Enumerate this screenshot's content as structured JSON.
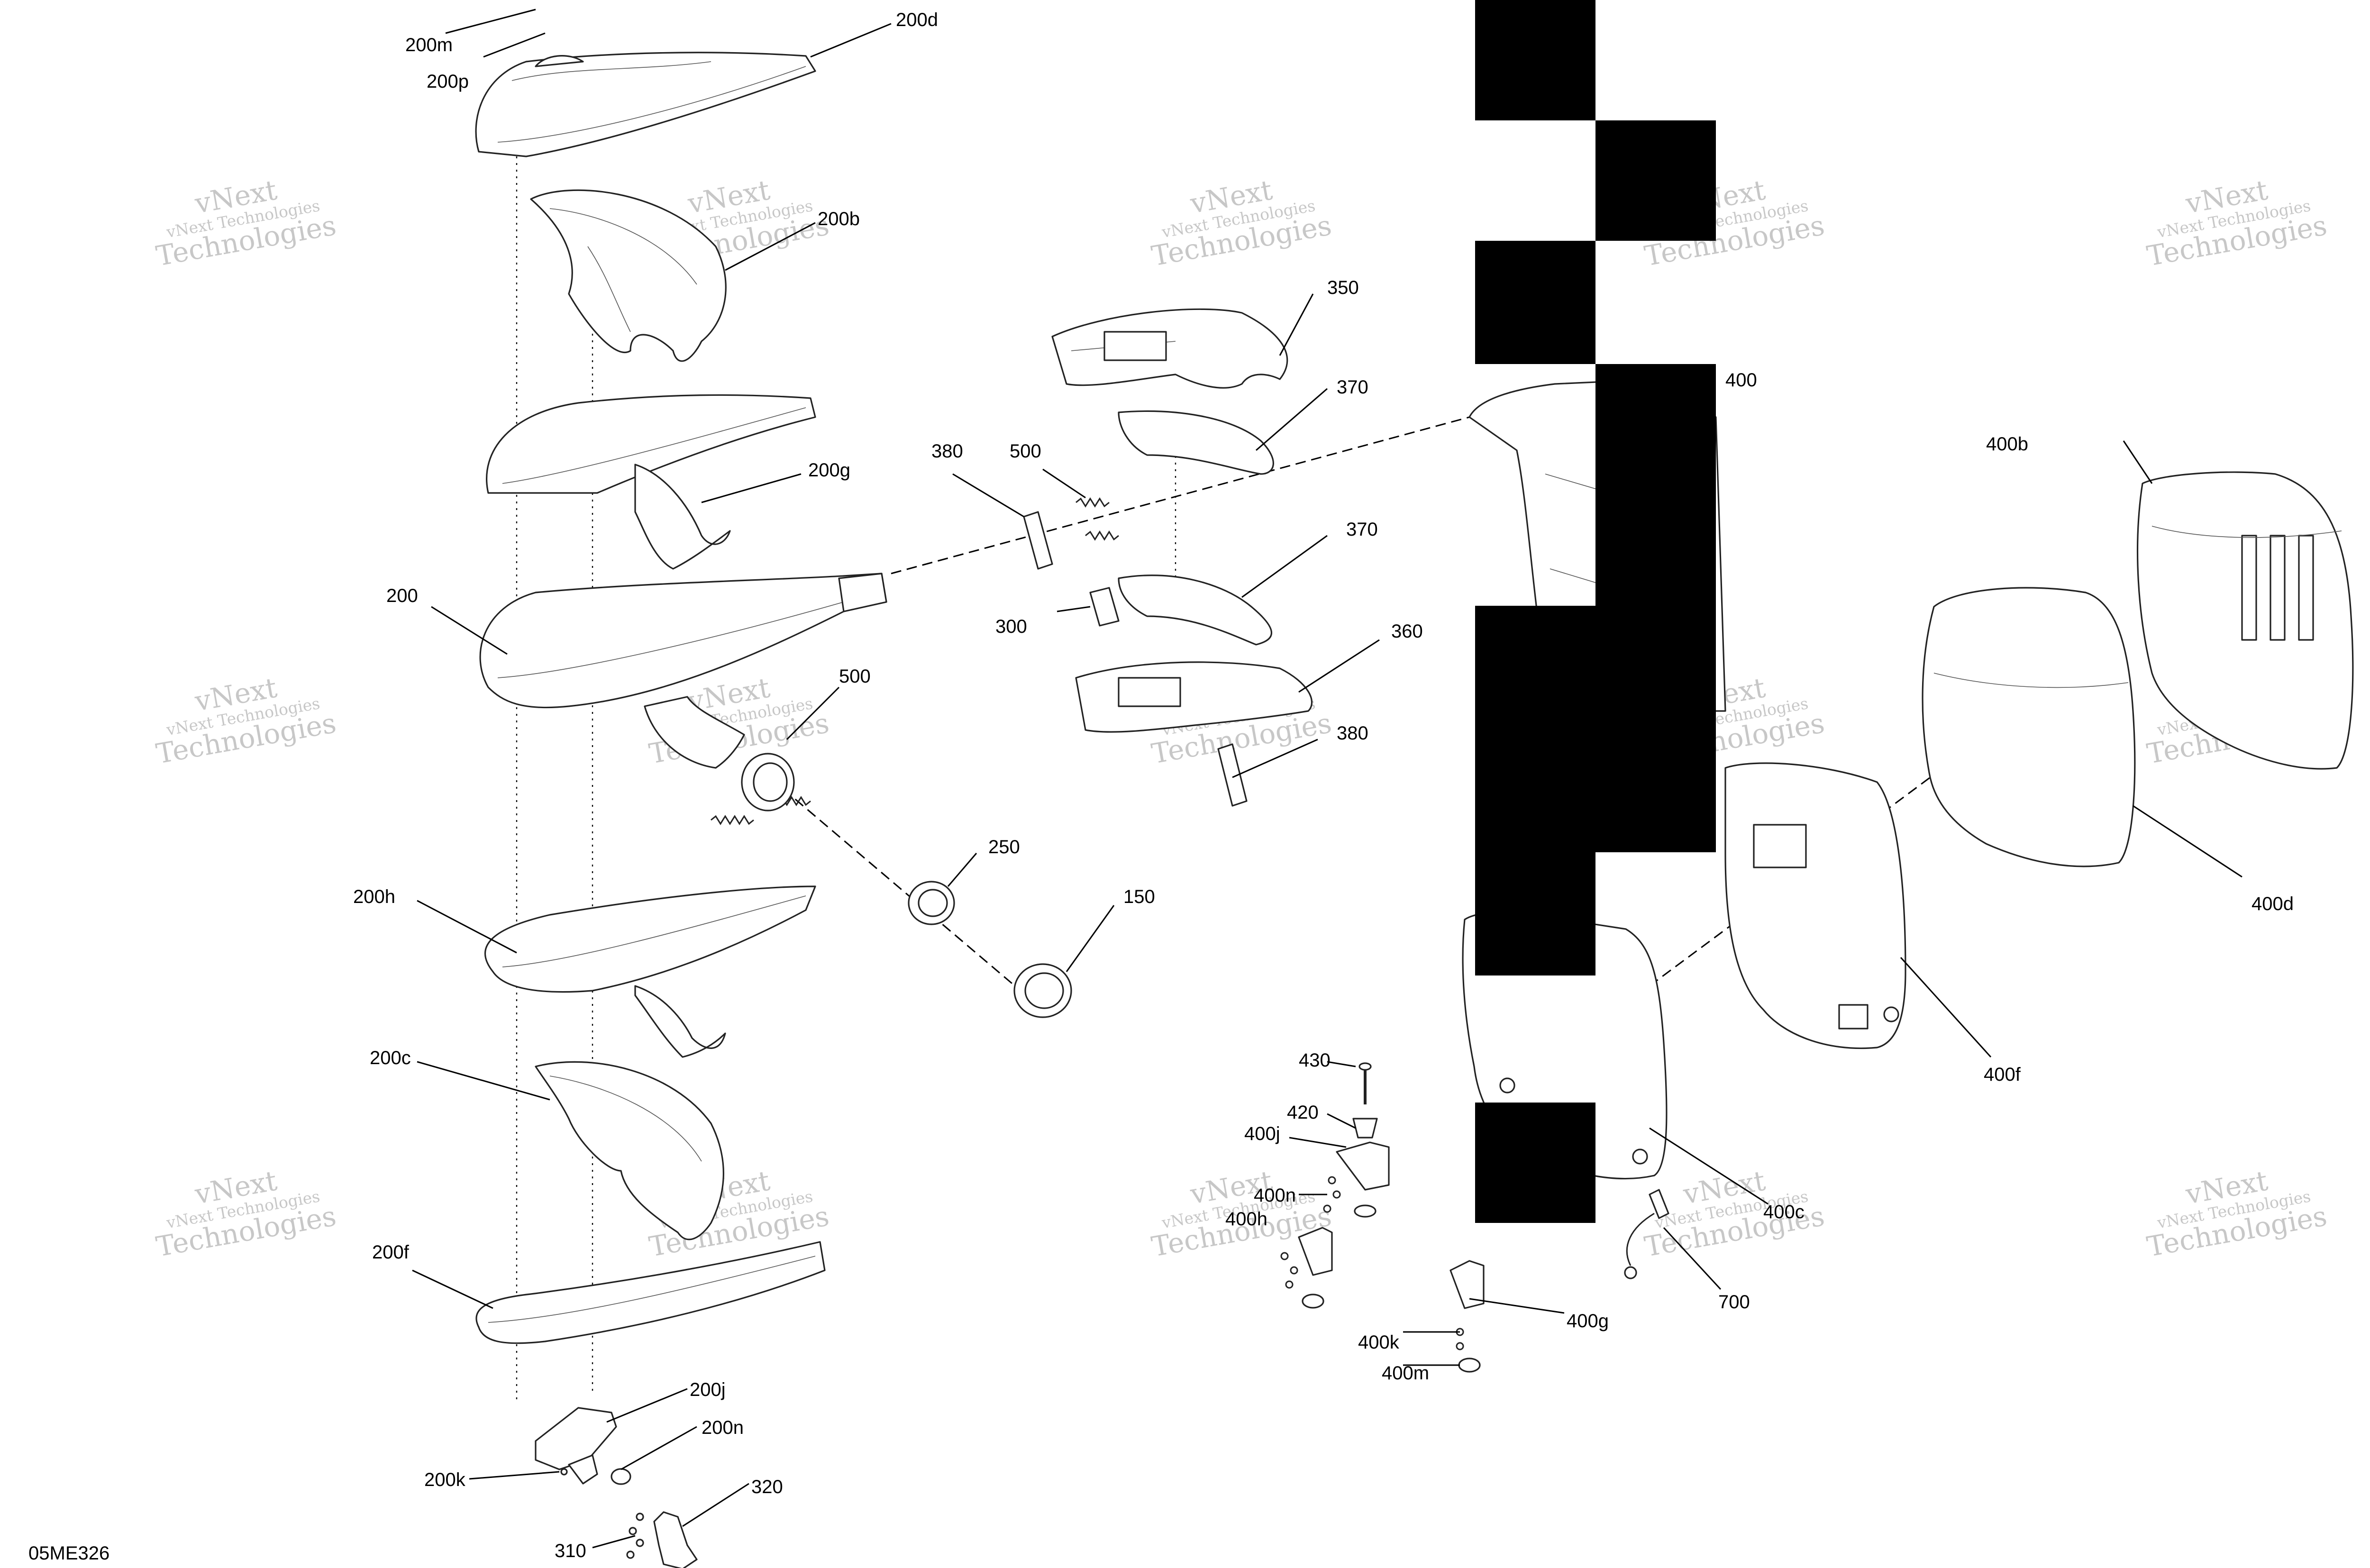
{
  "drawing_id": "05ME326",
  "watermark": {
    "brand": "vNext",
    "line1": "vNext Technologies",
    "line2": "Technologies"
  },
  "callouts": {
    "c200m": "200m",
    "c200p": "200p",
    "c200d": "200d",
    "c200b": "200b",
    "c200g": "200g",
    "c200": "200",
    "c500a": "500",
    "c500b": "500",
    "c200h": "200h",
    "c200c": "200c",
    "c200f": "200f",
    "c200j": "200j",
    "c200n": "200n",
    "c200k": "200k",
    "c320": "320",
    "c310": "310",
    "c250": "250",
    "c150": "150",
    "c350": "350",
    "c370a": "370",
    "c370b": "370",
    "c380a": "380",
    "c380b": "380",
    "c300": "300",
    "c360": "360",
    "c400": "400",
    "c400b": "400b",
    "c400d": "400d",
    "c400f": "400f",
    "c400c": "400c",
    "c430": "430",
    "c420": "420",
    "c400j": "400j",
    "c400n": "400n",
    "c400h": "400h",
    "c400g": "400g",
    "c400k": "400k",
    "c400m": "400m",
    "c700": "700"
  }
}
